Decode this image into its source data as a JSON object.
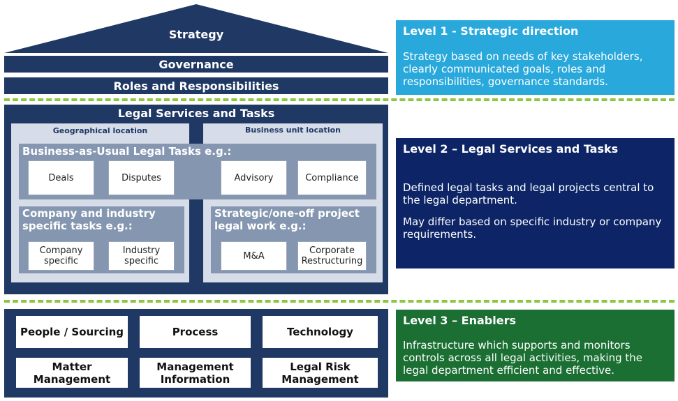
{
  "house": {
    "roof_label": "Strategy",
    "governance_label": "Governance",
    "roles_label": "Roles and Responsibilities",
    "legal_panel": {
      "title": "Legal Services and Tasks",
      "columns": [
        "Geographical location",
        "Business unit location"
      ],
      "bau": {
        "title": "Business-as-Usual Legal Tasks e.g.:",
        "items": [
          "Deals",
          "Disputes",
          "Advisory",
          "Compliance"
        ]
      },
      "company_industry": {
        "title": "Company and industry specific tasks e.g.:",
        "items": [
          "Company specific",
          "Industry specific"
        ]
      },
      "strategic": {
        "title": "Strategic/one-off project legal work e.g.:",
        "items": [
          "M&A",
          "Corporate Restructuring"
        ]
      }
    },
    "enablers": [
      "People / Sourcing",
      "Process",
      "Technology",
      "Matter Management",
      "Management Information",
      "Legal Risk Management"
    ]
  },
  "levels": [
    {
      "title": "Level 1 - Strategic direction",
      "text": "Strategy based on needs of key stakeholders, clearly communicated goals, roles and responsibilities, governance standards."
    },
    {
      "title": "Level 2 – Legal Services and Tasks",
      "text1": "Defined legal tasks and legal projects central to the legal department.",
      "text2": "May differ based on specific industry or company requirements."
    },
    {
      "title": "Level 3 – Enablers",
      "text": "Infrastructure which supports and monitors controls across all legal activities, making the legal department efficient and effective."
    }
  ],
  "colors": {
    "navy": "#1f3864",
    "level1": "#29a8dc",
    "level2": "#0d2566",
    "level3": "#1b6f33",
    "dash": "#8dc63f"
  }
}
